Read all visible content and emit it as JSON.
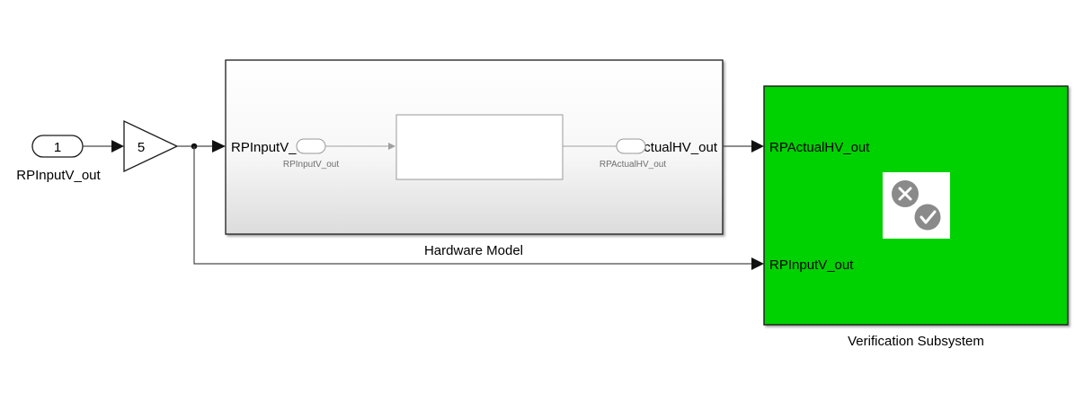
{
  "inport": {
    "number": "1",
    "name": "RPInputV_out"
  },
  "gain": {
    "value": "5"
  },
  "hardware_model": {
    "name": "Hardware Model",
    "input_port": "RPInputV_out",
    "output_port": "RPActualHV_out",
    "inner_input_label": "RPInputV_out",
    "inner_output_label": "RPActualHV_out"
  },
  "verification_subsystem": {
    "name": "Verification Subsystem",
    "input_port_1": "RPActualHV_out",
    "input_port_2": "RPInputV_out",
    "fill_color": "#00d100",
    "icon": "verification-status-icon"
  },
  "colors": {
    "line": "#4a4a4a",
    "border": "#1a1a1a",
    "gray_text": "#6e6e6e"
  }
}
